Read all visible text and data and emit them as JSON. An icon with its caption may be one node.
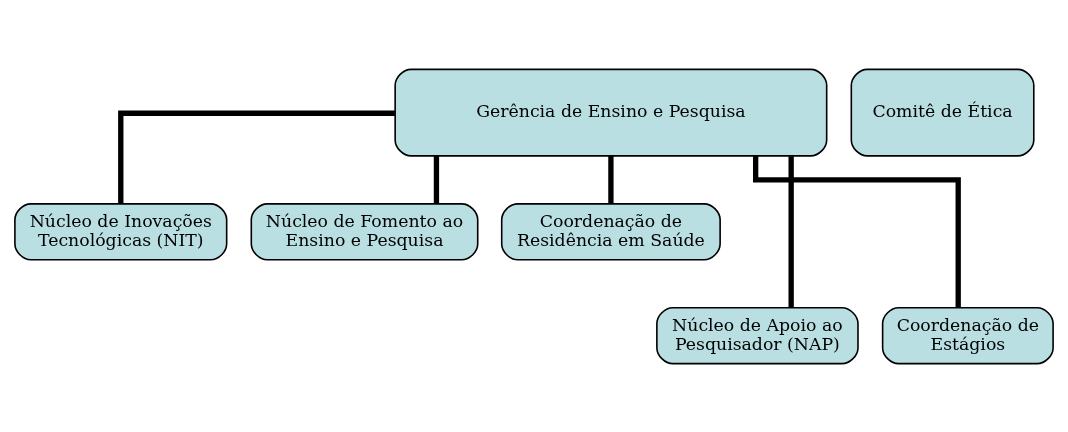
{
  "diagram": {
    "nodes": [
      {
        "text": [
          "Gerência de Ensino e Pesquisa"
        ]
      },
      {
        "text": [
          "Comitê de Ética"
        ]
      },
      {
        "text": [
          "Núcleo de Inovações Tecnológicas (NIT)"
        ]
      },
      {
        "text": [
          "Núcleo de Fomento ao Ensino e Pesquisa"
        ]
      },
      {
        "text": [
          "Coordenação de Residência em Saúde"
        ]
      },
      {
        "text": [
          "Núcleo de Apoio ao Pesquisador (NAP)"
        ]
      },
      {
        "text": [
          "Coordenação de Estágios"
        ]
      }
    ],
    "edges": [
      {
        "from": 0,
        "to": 2,
        "arrow": "none"
      },
      {
        "from": 0,
        "to": 5,
        "arrow": "none"
      },
      {
        "from": 0,
        "to": 3,
        "arrow": "none"
      },
      {
        "from": 0,
        "to": 6,
        "arrow": "none"
      },
      {
        "from": 0,
        "to": 4,
        "arrow": "none"
      }
    ]
  }
}
